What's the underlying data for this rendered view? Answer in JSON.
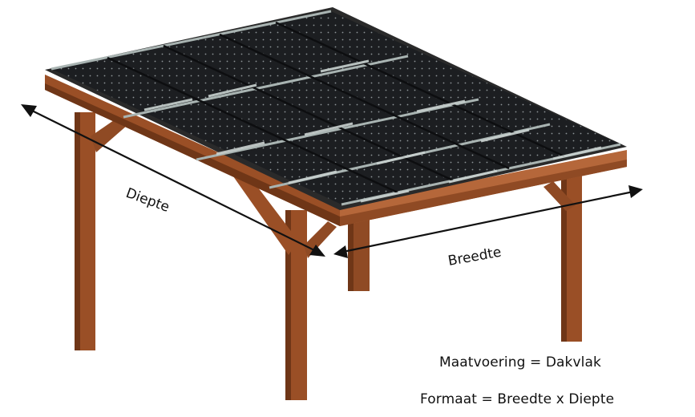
{
  "labels": {
    "depth": "Diepte",
    "width": "Breedte"
  },
  "captions": {
    "line1": "Maatvoering = Dakvlak",
    "line2": "Formaat = Breedte x Diepte"
  },
  "colors": {
    "wood": "#9a4f26",
    "wood_dark": "#6f3617",
    "wood_light": "#b5673a",
    "panel": "#1c1e21",
    "panel_frame": "#a9b4b2",
    "roof_edge": "#2a2a2a",
    "arrow": "#111111"
  },
  "icons": {
    "structure": "carport-with-solar-roof"
  }
}
